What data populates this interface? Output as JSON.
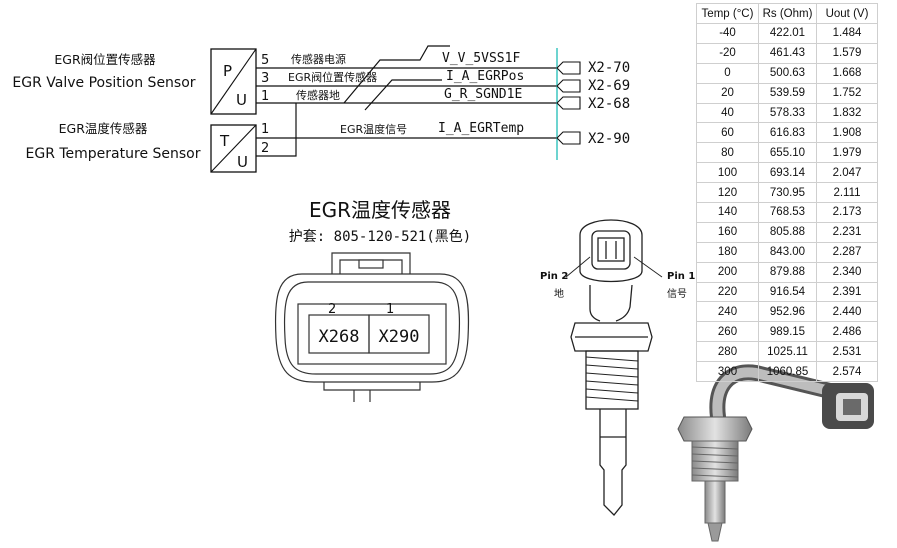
{
  "wiring": {
    "sensor1_name_cn": "EGR阀位置传感器",
    "sensor1_name_en": "EGR Valve Position Sensor",
    "sensor2_name_cn": "EGR温度传感器",
    "sensor2_name_en": "EGR Temperature Sensor",
    "box1_p": "P",
    "box1_u": "U",
    "box2_t": "T",
    "box2_u": "U",
    "pins": [
      {
        "num": "5",
        "label_cn": "传感器电源",
        "signal": "V_V_5VSS1F",
        "connector": "X2-70"
      },
      {
        "num": "3",
        "label_cn": "EGR阀位置传感器",
        "signal": "I_A_EGRPos",
        "connector": "X2-69"
      },
      {
        "num": "1",
        "label_cn": "传感器地",
        "signal": "G_R_SGND1E",
        "connector": "X2-68"
      },
      {
        "num": "1",
        "label_cn": "EGR温度信号",
        "signal": "I_A_EGRTemp",
        "connector": "X2-90"
      },
      {
        "num": "2"
      }
    ]
  },
  "connector": {
    "title": "EGR温度传感器",
    "housing": "护套: 805-120-521(黑色)",
    "pin2_num": "2",
    "pin1_num": "1",
    "pin2_label": "X268",
    "pin1_label": "X290"
  },
  "photo": {
    "pin2_label": "Pin 2",
    "pin2_desc": "地",
    "pin1_label": "Pin 1",
    "pin1_desc": "信号"
  },
  "table": {
    "headers": [
      "Temp (°C)",
      "Rs (Ohm)",
      "Uout (V)"
    ],
    "rows": [
      [
        "-40",
        "422.01",
        "1.484"
      ],
      [
        "-20",
        "461.43",
        "1.579"
      ],
      [
        "0",
        "500.63",
        "1.668"
      ],
      [
        "20",
        "539.59",
        "1.752"
      ],
      [
        "40",
        "578.33",
        "1.832"
      ],
      [
        "60",
        "616.83",
        "1.908"
      ],
      [
        "80",
        "655.10",
        "1.979"
      ],
      [
        "100",
        "693.14",
        "2.047"
      ],
      [
        "120",
        "730.95",
        "2.111"
      ],
      [
        "140",
        "768.53",
        "2.173"
      ],
      [
        "160",
        "805.88",
        "2.231"
      ],
      [
        "180",
        "843.00",
        "2.287"
      ],
      [
        "200",
        "879.88",
        "2.340"
      ],
      [
        "220",
        "916.54",
        "2.391"
      ],
      [
        "240",
        "952.96",
        "2.440"
      ],
      [
        "260",
        "989.15",
        "2.486"
      ],
      [
        "280",
        "1025.11",
        "2.531"
      ],
      [
        "300",
        "1060.85",
        "2.574"
      ]
    ]
  }
}
